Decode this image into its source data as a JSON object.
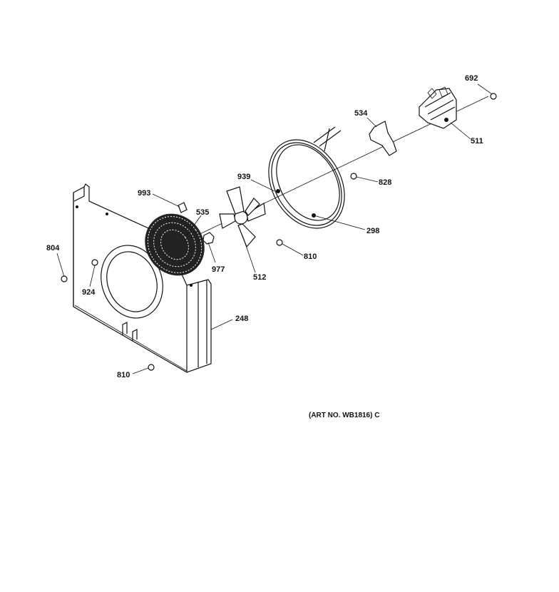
{
  "callouts": {
    "c692": "692",
    "c534": "534",
    "c511": "511",
    "c939": "939",
    "c828": "828",
    "c993": "993",
    "c535": "535",
    "c298": "298",
    "c804": "804",
    "c977": "977",
    "c512": "512",
    "c810a": "810",
    "c924": "924",
    "c248": "248",
    "c810b": "810"
  },
  "art_number": "(ART NO. WB1816) C"
}
